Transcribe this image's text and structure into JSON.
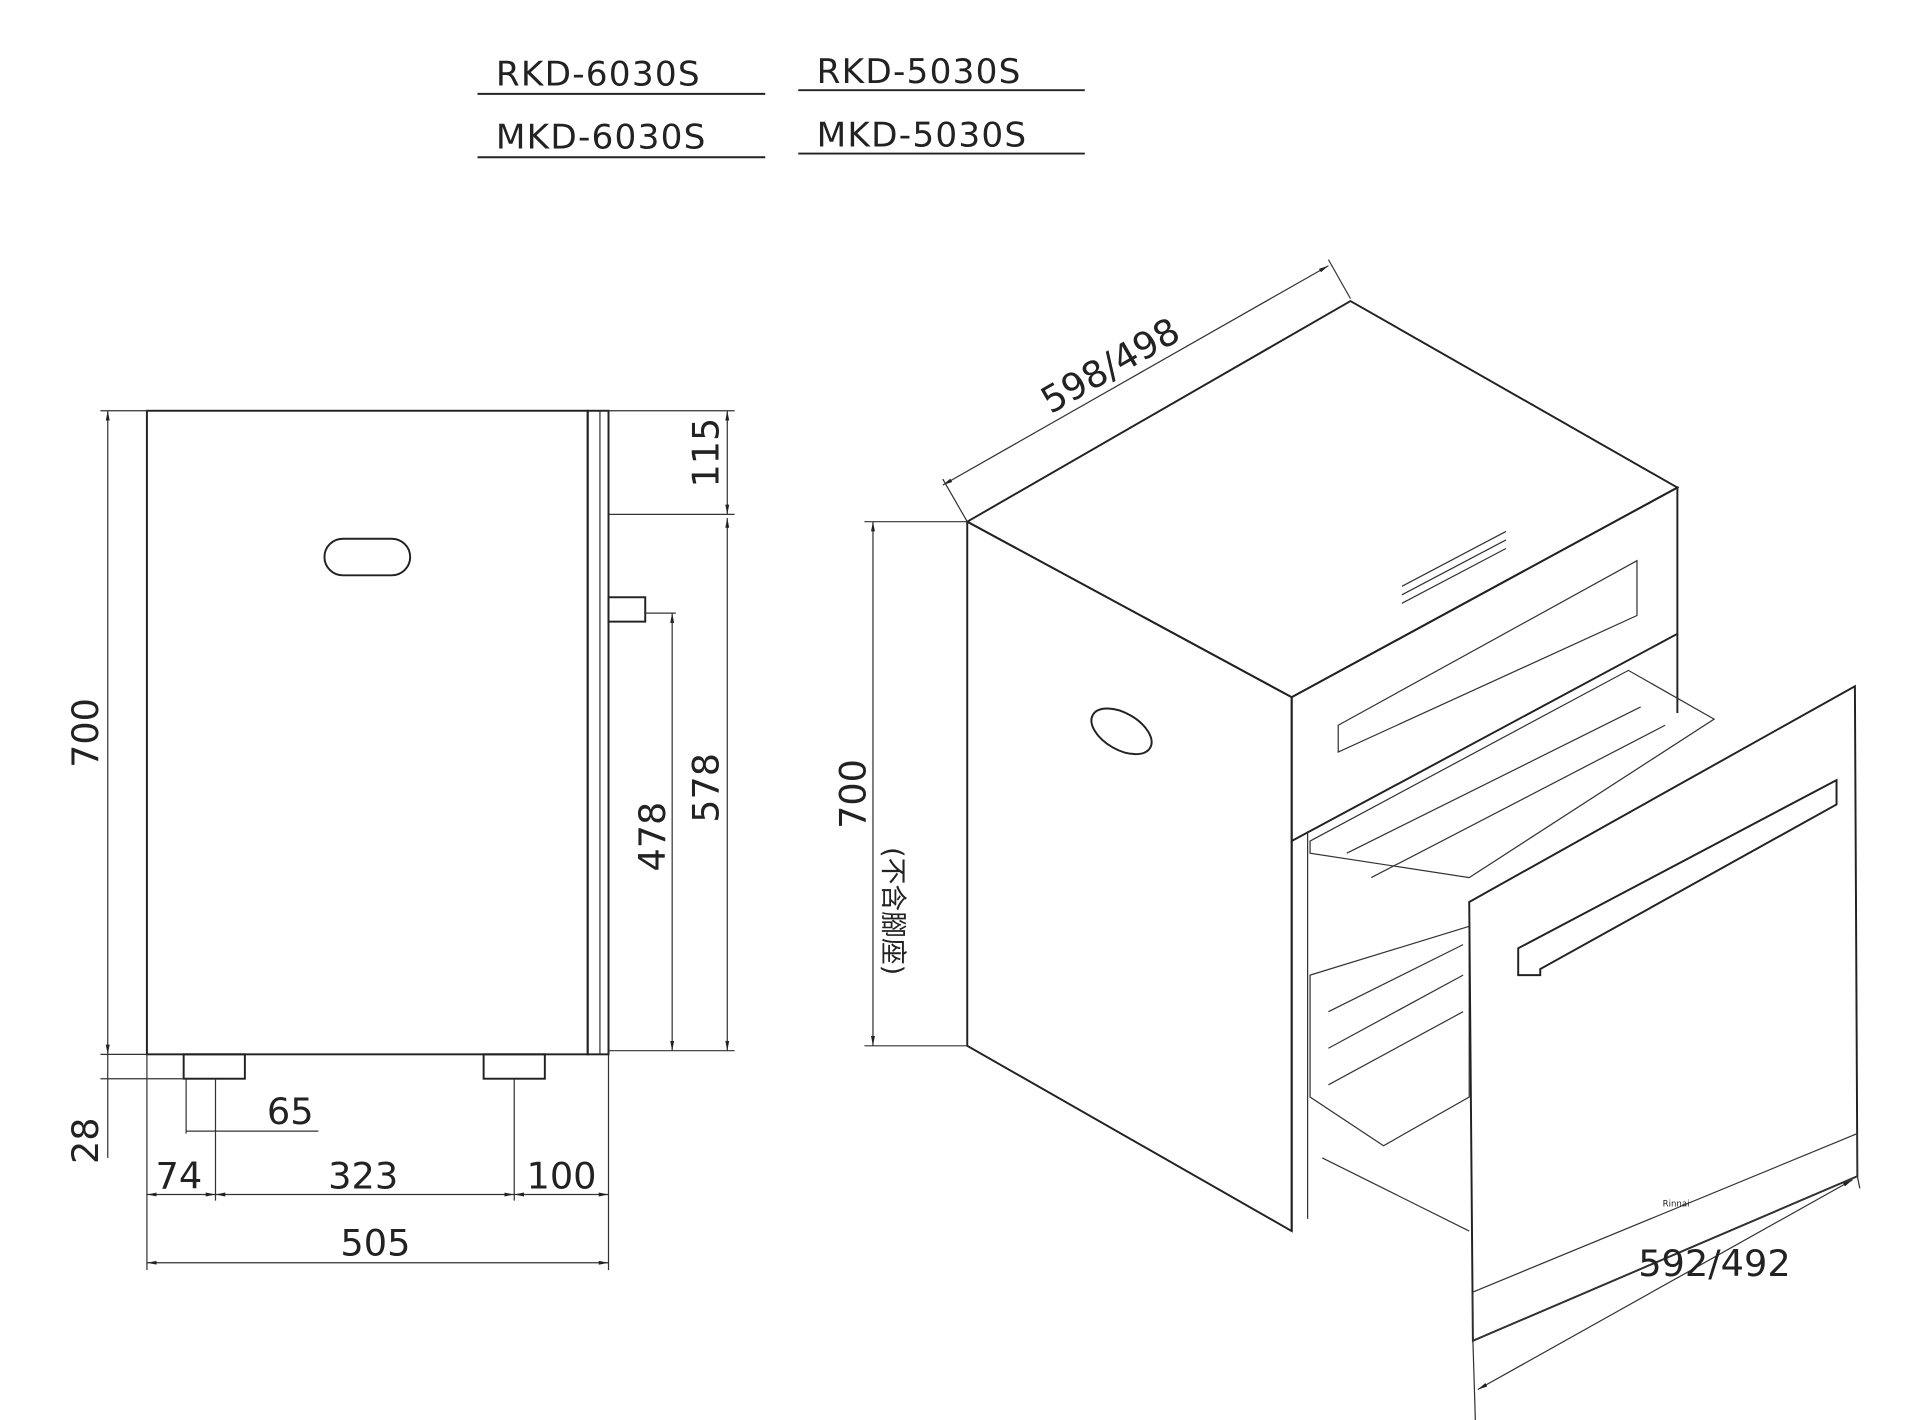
{
  "models": {
    "r1c1": "RKD-6030S",
    "r1c2": "RKD-5030S",
    "r2c1": "MKD-6030S",
    "r2c2": "MKD-5030S"
  },
  "side_view": {
    "height": "700",
    "foot": "28",
    "top_gap": "115",
    "drawer_height": "578",
    "inner_height": "478",
    "foot_width": "65",
    "foot_offset": "74",
    "foot_spacing": "323",
    "rear": "100",
    "depth": "505"
  },
  "iso_view": {
    "width": "598/498",
    "height": "700",
    "height_note": "(不含腳座)",
    "door_width": "592/492",
    "brand": "Rinnai"
  }
}
